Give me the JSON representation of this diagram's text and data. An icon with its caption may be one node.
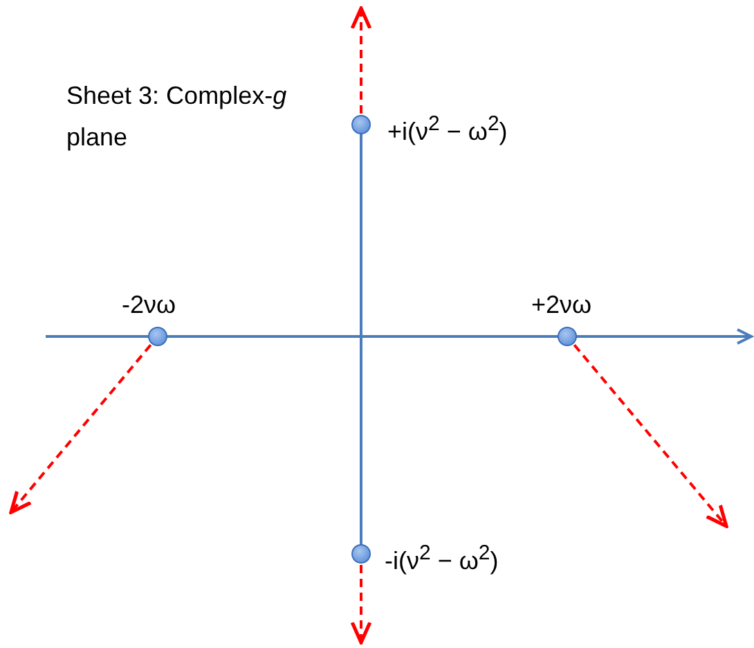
{
  "diagram": {
    "title": "Sheet 3: Complex-*g* plane",
    "nodes": [
      {
        "text": [],
        "shape": "circle",
        "beside": [
          "+i(ν$^{2}$ − ω$^{2}$)"
        ]
      },
      {
        "text": [],
        "shape": "circle",
        "beside": [
          "-2νω"
        ]
      },
      {
        "text": [],
        "shape": "circle",
        "beside": [
          "+2νω"
        ]
      },
      {
        "text": [],
        "shape": "circle",
        "beside": [
          "-i(ν$^{2}$ − ω$^{2}$)"
        ]
      }
    ],
    "edges": [
      {
        "from": 0,
        "to": null,
        "arrow": "to",
        "style": "dashed",
        "color": "#ff0000"
      },
      {
        "from": 1,
        "to": null,
        "arrow": "to",
        "style": "dashed",
        "color": "#ff0000"
      },
      {
        "from": 2,
        "to": null,
        "arrow": "to",
        "style": "dashed",
        "color": "#ff0000"
      },
      {
        "from": 3,
        "to": null,
        "arrow": "to",
        "style": "dashed",
        "color": "#ff0000"
      }
    ]
  }
}
